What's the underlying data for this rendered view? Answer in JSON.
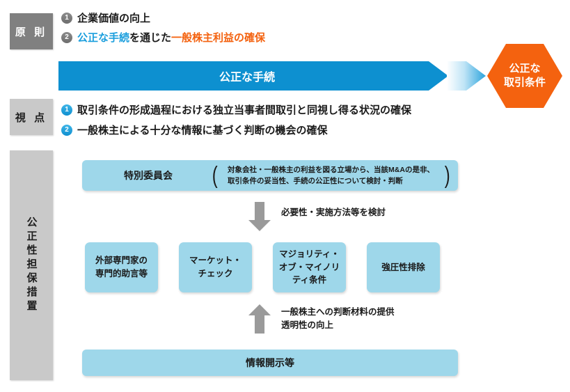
{
  "sections": {
    "principle_label": "原 則",
    "viewpoint_label": "視 点",
    "measures_label": "公正性担保措置"
  },
  "principles": [
    {
      "number": "1",
      "badge_color": "#7a7a7a",
      "parts": [
        {
          "text": "企業価値の向上",
          "color": "#1a1a1a"
        }
      ]
    },
    {
      "number": "2",
      "badge_color": "#7a7a7a",
      "parts": [
        {
          "text": "公正な手続",
          "color": "#1a9edd"
        },
        {
          "text": "を通じた",
          "color": "#1a1a1a"
        },
        {
          "text": "一般株主利益の確保",
          "color": "#f4620f"
        }
      ]
    }
  ],
  "viewpoints": [
    {
      "number": "1",
      "badge_color": "#1a9edd",
      "text": "取引条件の形成過程における独立当事者間取引と同視し得る状況の確保"
    },
    {
      "number": "2",
      "badge_color": "#1a9edd",
      "text": "一般株主による十分な情報に基づく判断の機会の確保"
    }
  ],
  "banner": {
    "label": "公正な手続",
    "color": "#0d90d0"
  },
  "hexagon": {
    "line1": "公正な",
    "line2": "取引条件",
    "color": "#f4620f"
  },
  "committee": {
    "title": "特別委員会",
    "paren_open": "(",
    "paren_close": ")",
    "description": "対象会社・一般株主の利益を図る立場から、当該M&Aの是非、\n取引条件の妥当性、手続の公正性について検討・判断"
  },
  "flow": {
    "down_caption": "必要性・実施方法等を検討",
    "up_caption": "一般株主への判断材料の提供\n透明性の向上",
    "arrow_color": "#9a9a9a"
  },
  "measures": [
    {
      "label": "外部専門家の\n専門的助言等"
    },
    {
      "label": "マーケット・\nチェック"
    },
    {
      "label": "マジョリティ・\nオブ・マイノリ\nティ条件"
    },
    {
      "label": "強圧性排除"
    }
  ],
  "disclosure": {
    "label": "情報開示等"
  },
  "palette": {
    "panel_blue": "#9ed7ea",
    "label_dark_gray": "#808080",
    "label_light_gray": "#c9c9c9"
  }
}
